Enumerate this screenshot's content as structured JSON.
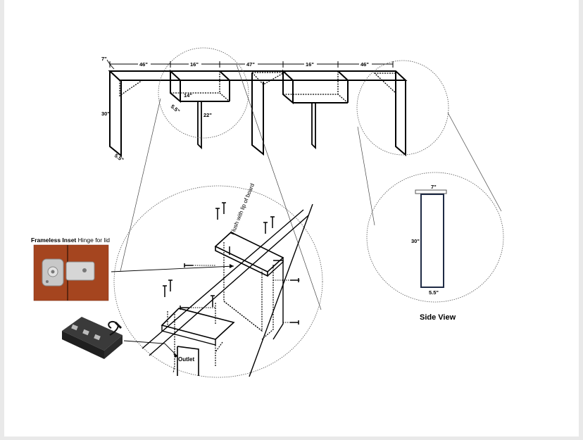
{
  "dimensions": {
    "top_depth": "7\"",
    "span_1": "46\"",
    "span_2": "16\"",
    "span_3": "47\"",
    "span_4": "16\"",
    "span_5": "46\"",
    "height": "30\"",
    "base_depth": "5.5\"",
    "box_depth": "14\"",
    "box_side": "5.5\"",
    "box_leg": "22\""
  },
  "detail": {
    "flush_note": "Flush with lip of board",
    "outlet_label": "Outlet"
  },
  "hinge": {
    "bold_text": "Frameless Inset",
    "rest_text": " Hinge for lid"
  },
  "side_view": {
    "title": "Side View",
    "top_dim": "7\"",
    "height_dim": "30\"",
    "bottom_dim": "5.5\""
  },
  "colors": {
    "line": "#000000",
    "side_view_stroke": "#1e2a44",
    "hinge_wood": "#a5451f",
    "hinge_metal": "#c8c8c8",
    "outlet_body": "#2b2b2b"
  }
}
